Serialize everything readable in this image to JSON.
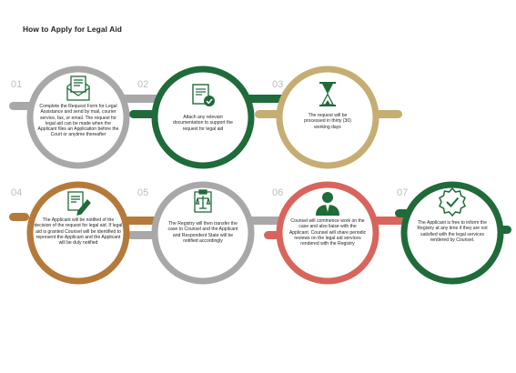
{
  "title": "How to Apply for Legal Aid",
  "colors": {
    "green": "#1f6b3a",
    "gray": "#a8a8a8",
    "gold": "#c6ad72",
    "brown": "#b5793a",
    "red": "#d8655b"
  },
  "steps": [
    {
      "number": "01",
      "color": "gray",
      "icon": "envelope-form-icon",
      "text": "Complete the Request Form for Legal Assistance and send by mail, courier service, fax, or email. The request for legal aid can be made when the Applicant files an Application before the Court or anytime thereafter"
    },
    {
      "number": "02",
      "color": "green",
      "icon": "document-check-icon",
      "text": "Attach any relevant documentation to support the request for legal aid"
    },
    {
      "number": "03",
      "color": "gold",
      "icon": "hourglass-icon",
      "text": "The request will be processed in thirty (30) working days"
    },
    {
      "number": "04",
      "color": "brown",
      "icon": "document-pen-icon",
      "text": "The Applicant will be notified of the decision of the request for legal aid. If legal aid is granted Counsel will be identified to represent the Applicant and the Applicant will be duly notified"
    },
    {
      "number": "05",
      "color": "gray",
      "icon": "clipboard-scales-icon",
      "text": "The Registry will then transfer the case to Counsel and the Applicant and Respondent State will be notified accordingly"
    },
    {
      "number": "06",
      "color": "red",
      "icon": "counsel-person-icon",
      "text": "Counsel will commence work on the case and also liaise with the Applicant. Counsel will share periodic reviews on the legal aid services rendered with the Registry"
    },
    {
      "number": "07",
      "color": "green",
      "icon": "badge-check-icon",
      "text": "The Applicant is free to inform the Registry at any time if they are not satisfied with the legal services rendered by Counsel."
    }
  ]
}
